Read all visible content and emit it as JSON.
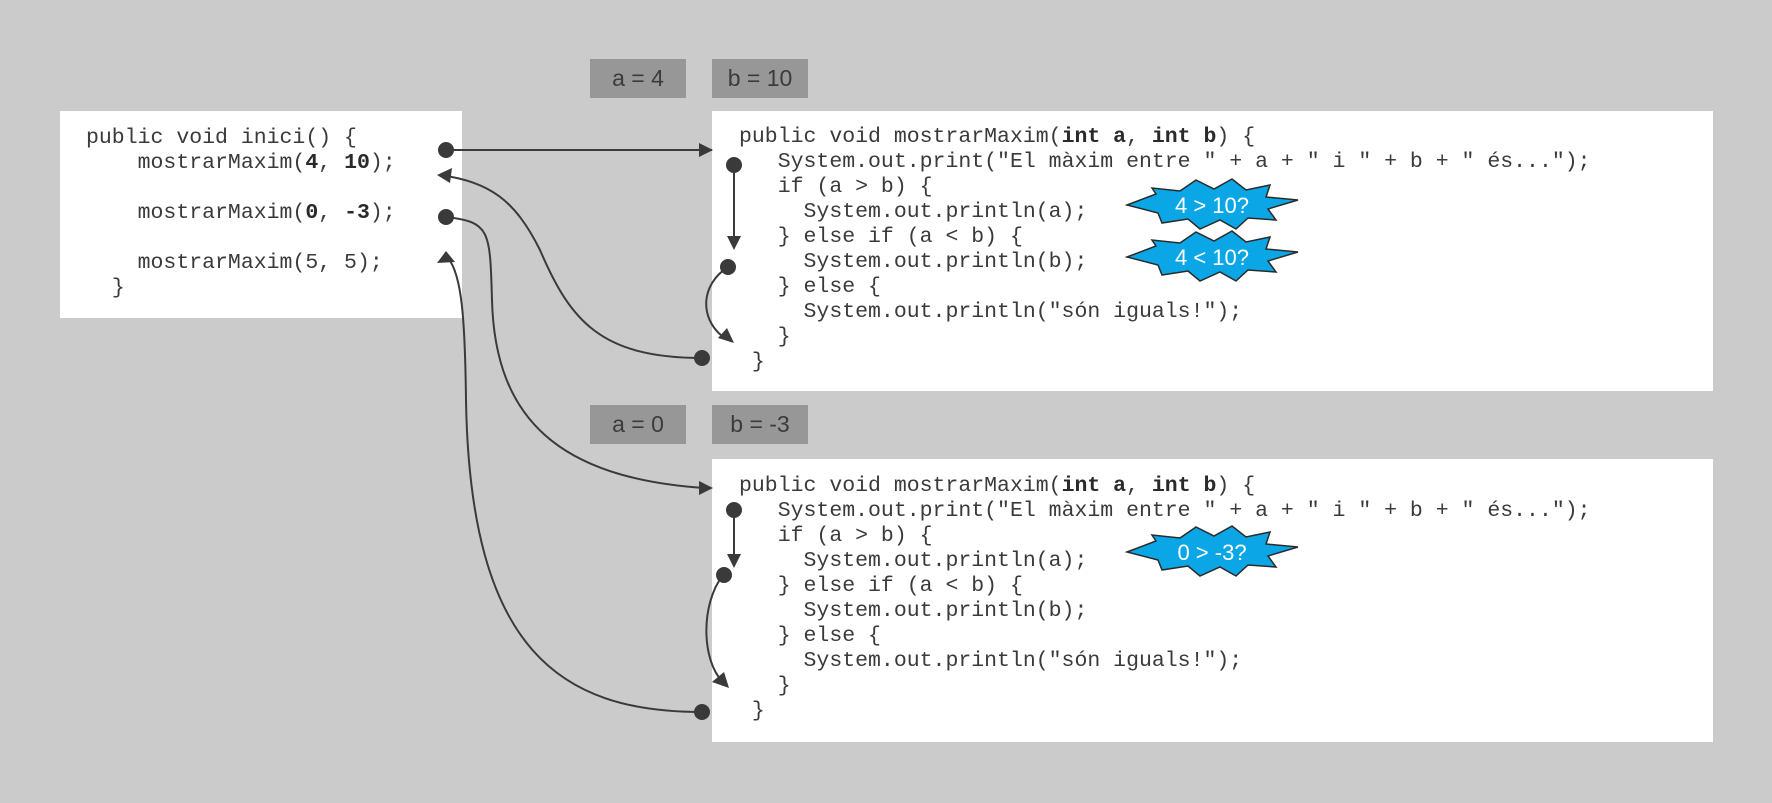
{
  "left_code": {
    "line1": "public void inici() {",
    "call1_prefix": "mostrarMaxim(",
    "call1_arg1": "4",
    "call1_sep": ", ",
    "call1_arg2": "10",
    "call1_suffix": ");",
    "call2_prefix": "mostrarMaxim(",
    "call2_arg1": "0",
    "call2_sep": ", ",
    "call2_arg2": "-3",
    "call2_suffix": ");",
    "call3": "mostrarMaxim(5, 5);",
    "close": "}"
  },
  "frame1": {
    "var_a": "a = 4",
    "var_b": "b = 10",
    "burst1": "4 > 10?",
    "burst2": "4 < 10?"
  },
  "frame2": {
    "var_a": "a = 0",
    "var_b": "b = -3",
    "burst1": "0 > -3?"
  },
  "method_code": {
    "sig_prefix": "public void mostrarMaxim(",
    "sig_param1": "int a",
    "sig_sep": ", ",
    "sig_param2": "int b",
    "sig_suffix": ") {",
    "l2": "System.out.print(\"El màxim entre \" + a + \" i \" + b + \" és...\");",
    "l3": "if (a > b) {",
    "l4": "System.out.println(a);",
    "l5": "} else if (a < b) {",
    "l6": "System.out.println(b);",
    "l7": "} else {",
    "l8": "System.out.println(\"són iguals!\");",
    "l9": "}",
    "l10": "}"
  },
  "colors": {
    "background": "#cbcbcb",
    "burst": "#0aa6e6",
    "arrow": "#3a3a3a",
    "chip": "#979797"
  }
}
